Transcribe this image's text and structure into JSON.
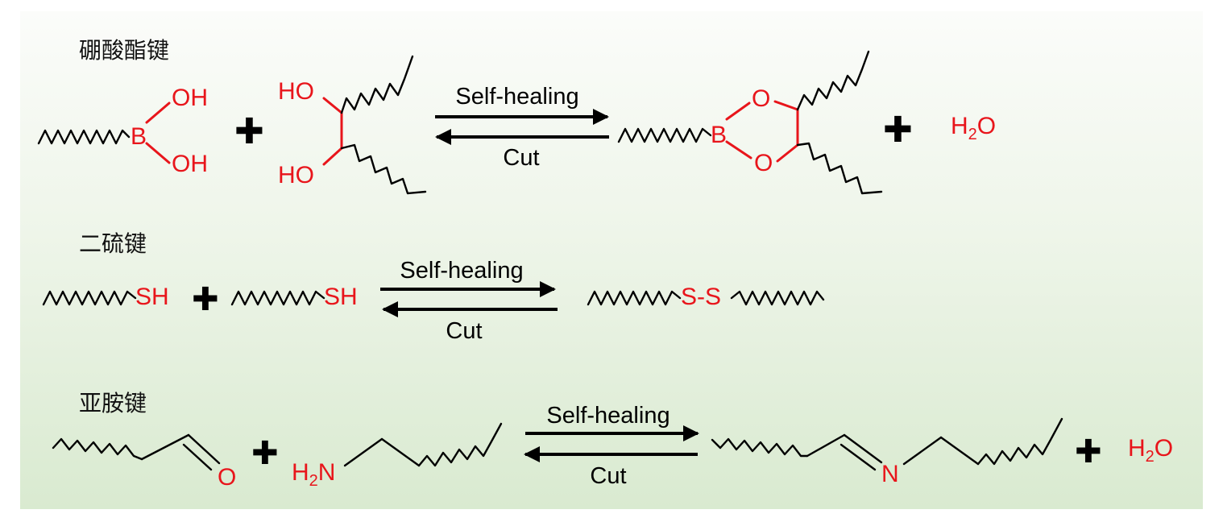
{
  "colors": {
    "accent_red": "#e8151b",
    "background_top": "#fbfcfa",
    "background_bottom": "#d9ead0"
  },
  "sections": {
    "boronate": {
      "title": "硼酸酯键",
      "boron": "B",
      "hydroxyl_1": "OH",
      "hydroxyl_2": "OH",
      "diol_oh_1": "HO",
      "diol_oh_2": "HO",
      "forward": "Self-healing",
      "reverse": "Cut",
      "product_boron": "B",
      "product_o_1": "O",
      "product_o_2": "O",
      "water": {
        "h": "H",
        "sub": "2",
        "o": "O"
      }
    },
    "disulfide": {
      "title": "二硫键",
      "thiol_1": "SH",
      "thiol_2": "SH",
      "forward": "Self-healing",
      "reverse": "Cut",
      "product": "S-S"
    },
    "imine": {
      "title": "亚胺键",
      "aldehyde_o": "O",
      "amine": {
        "h": "H",
        "sub": "2",
        "n": "N"
      },
      "forward": "Self-healing",
      "reverse": "Cut",
      "product_n": "N",
      "water": {
        "h": "H",
        "sub": "2",
        "o": "O"
      }
    }
  }
}
